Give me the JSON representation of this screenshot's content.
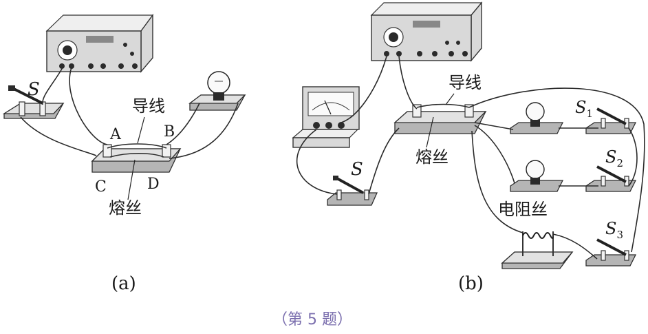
{
  "figure_a": {
    "caption": "(a)",
    "switch_label": "S",
    "wire_label": "导线",
    "fuse_label": "熔丝",
    "point_a": "A",
    "point_b": "B",
    "point_c": "C",
    "point_d": "D"
  },
  "figure_b": {
    "caption": "(b)",
    "wire_label": "导线",
    "fuse_label": "熔丝",
    "switch_main": "S",
    "switch_1": "S",
    "switch_1_sub": "1",
    "switch_2": "S",
    "switch_2_sub": "2",
    "switch_3": "S",
    "switch_3_sub": "3",
    "resistor_label": "电阻丝"
  },
  "figure_caption": "（第 5 题）"
}
